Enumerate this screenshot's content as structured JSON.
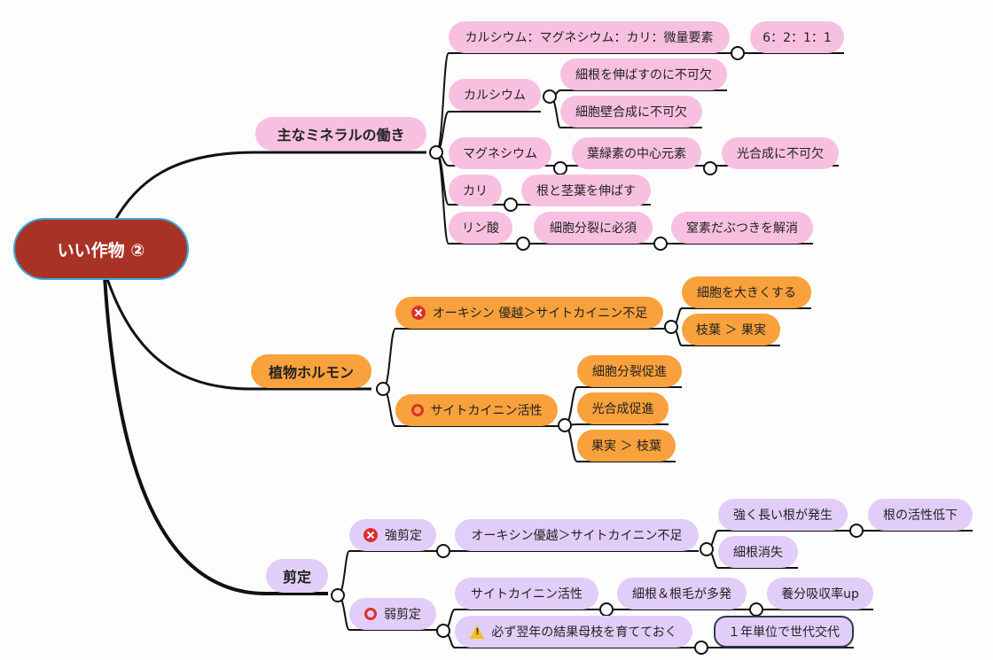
{
  "root": {
    "label": "いい作物 ②",
    "colors": {
      "fill": "#a93226",
      "border": "#3aa9dc"
    }
  },
  "branches": [
    {
      "label": "主なミネラルの働き",
      "color": "#f8c0e0",
      "children": [
        {
          "label": "カルシウム：マグネシウム：カリ：微量要素",
          "children": [
            {
              "label": "6：2：1：1"
            }
          ]
        },
        {
          "label": "カルシウム",
          "children": [
            {
              "label": "細根を伸ばすのに不可欠"
            },
            {
              "label": "細胞壁合成に不可欠"
            }
          ]
        },
        {
          "label": "マグネシウム",
          "children": [
            {
              "label": "葉緑素の中心元素",
              "children": [
                {
                  "label": "光合成に不可欠"
                }
              ]
            }
          ]
        },
        {
          "label": "カリ",
          "children": [
            {
              "label": "根と茎葉を伸ばす"
            }
          ]
        },
        {
          "label": "リン酸",
          "children": [
            {
              "label": "細胞分裂に必須",
              "children": [
                {
                  "label": "窒素だぶつきを解消"
                }
              ]
            }
          ]
        }
      ]
    },
    {
      "label": "植物ホルモン",
      "color": "#f9a13c",
      "children": [
        {
          "label": "オーキシン 優越＞サイトカイニン不足",
          "icon": "cross-circle-icon",
          "children": [
            {
              "label": "細胞を大きくする"
            },
            {
              "label": "枝葉 ＞ 果実"
            }
          ]
        },
        {
          "label": "サイトカイニン活性",
          "icon": "ring-icon",
          "children": [
            {
              "label": "細胞分裂促進"
            },
            {
              "label": "光合成促進"
            },
            {
              "label": "果実 ＞ 枝葉"
            }
          ]
        }
      ]
    },
    {
      "label": "剪定",
      "color": "#e2cdf8",
      "children": [
        {
          "label": "強剪定",
          "icon": "cross-circle-icon",
          "children": [
            {
              "label": "オーキシン優越＞サイトカイニン不足",
              "children": [
                {
                  "label": "強く長い根が発生",
                  "children": [
                    {
                      "label": "根の活性低下"
                    }
                  ]
                },
                {
                  "label": "細根消失"
                }
              ]
            }
          ]
        },
        {
          "label": "弱剪定",
          "icon": "ring-icon",
          "children": [
            {
              "label": "サイトカイニン活性",
              "children": [
                {
                  "label": "細根＆根毛が多発",
                  "children": [
                    {
                      "label": "養分吸収率up"
                    }
                  ]
                }
              ]
            },
            {
              "label": "必ず翌年の結果母枝を育てておく",
              "icon": "warning-icon",
              "children": [
                {
                  "label": "１年単位で世代交代"
                }
              ]
            }
          ]
        }
      ]
    }
  ]
}
